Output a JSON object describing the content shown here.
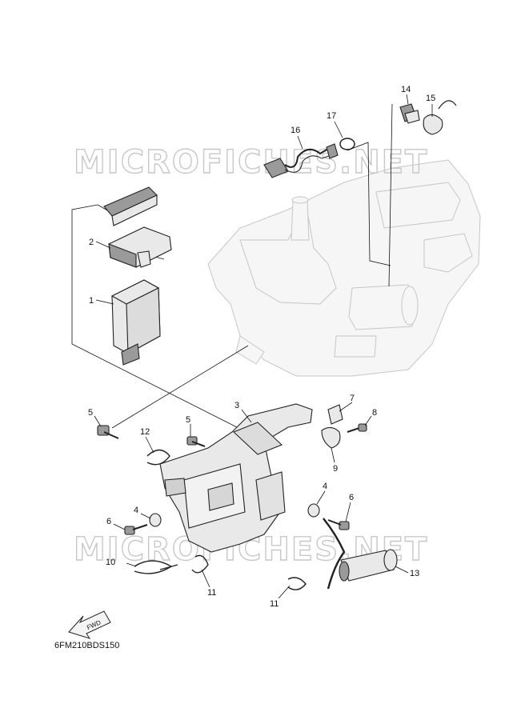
{
  "watermark_text": "MICROFICHES.NET",
  "diagram_code": "6FM210BDS150",
  "fwd_label": "FWD",
  "callouts": [
    {
      "id": "c1",
      "label": "1"
    },
    {
      "id": "c2",
      "label": "2"
    },
    {
      "id": "c3",
      "label": "3"
    },
    {
      "id": "c4a",
      "label": "4"
    },
    {
      "id": "c4b",
      "label": "4"
    },
    {
      "id": "c5a",
      "label": "5"
    },
    {
      "id": "c5b",
      "label": "5"
    },
    {
      "id": "c6a",
      "label": "6"
    },
    {
      "id": "c6b",
      "label": "6"
    },
    {
      "id": "c7",
      "label": "7"
    },
    {
      "id": "c8",
      "label": "8"
    },
    {
      "id": "c9",
      "label": "9"
    },
    {
      "id": "c10",
      "label": "10"
    },
    {
      "id": "c11a",
      "label": "11"
    },
    {
      "id": "c11b",
      "label": "11"
    },
    {
      "id": "c12",
      "label": "12"
    },
    {
      "id": "c13",
      "label": "13"
    },
    {
      "id": "c14",
      "label": "14"
    },
    {
      "id": "c15",
      "label": "15"
    },
    {
      "id": "c16",
      "label": "16"
    },
    {
      "id": "c17",
      "label": "17"
    }
  ]
}
